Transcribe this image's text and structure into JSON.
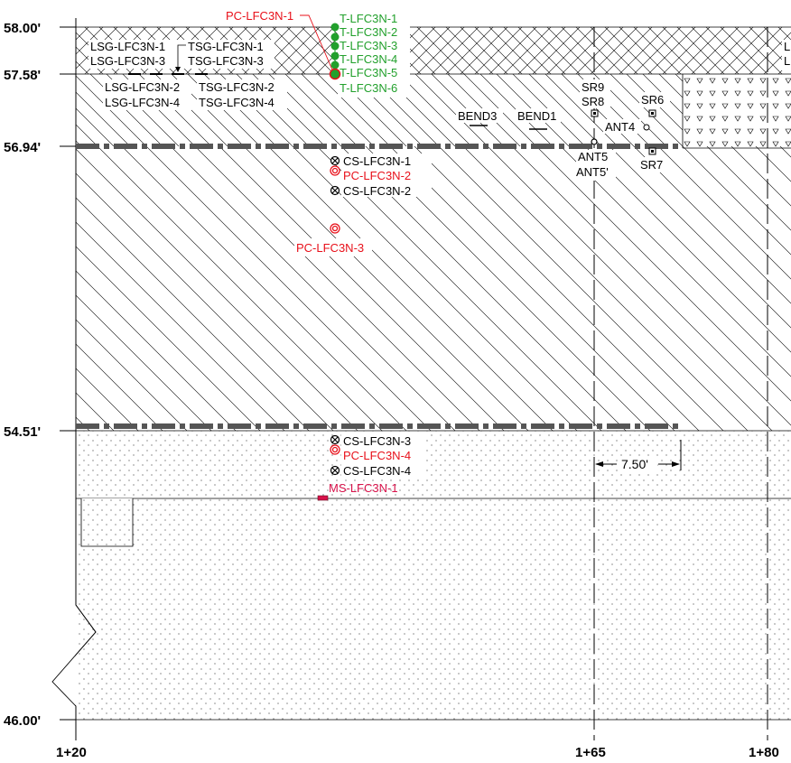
{
  "elevations": [
    "58.00'",
    "57.58'",
    "56.94'",
    "54.51'",
    "46.00'"
  ],
  "stations": [
    "1+20",
    "1+65",
    "1+80"
  ],
  "dimension": "7.50'",
  "labels": {
    "lsg1": "LSG-LFC3N-1",
    "lsg3": "LSG-LFC3N-3",
    "lsg2": "LSG-LFC3N-2",
    "lsg4": "LSG-LFC3N-4",
    "tsg1": "TSG-LFC3N-1",
    "tsg3": "TSG-LFC3N-3",
    "tsg2": "TSG-LFC3N-2",
    "tsg4": "TSG-LFC3N-4",
    "pc1": "PC-LFC3N-1",
    "pc2": "PC-LFC3N-2",
    "pc3": "PC-LFC3N-3",
    "pc4": "PC-LFC3N-4",
    "t1": "T-LFC3N-1",
    "t2": "T-LFC3N-2",
    "t3": "T-LFC3N-3",
    "t4": "T-LFC3N-4",
    "t5": "T-LFC3N-5",
    "t6": "T-LFC3N-6",
    "cs1": "CS-LFC3N-1",
    "cs2": "CS-LFC3N-2",
    "cs3": "CS-LFC3N-3",
    "cs4": "CS-LFC3N-4",
    "ms1": "MS-LFC3N-1",
    "bend3": "BEND3",
    "bend1": "BEND1",
    "sr9": "SR9",
    "sr8": "SR8",
    "sr6": "SR6",
    "sr7": "SR7",
    "ant4": "ANT4",
    "ant5": "ANT5",
    "ant5p": "ANT5'"
  },
  "colors": {
    "line": "#000000",
    "sensor_red": "#e8101a",
    "sensor_green": "#22a02c",
    "sensor_magenta": "#d8124a",
    "rebar_dash": "#555555"
  }
}
